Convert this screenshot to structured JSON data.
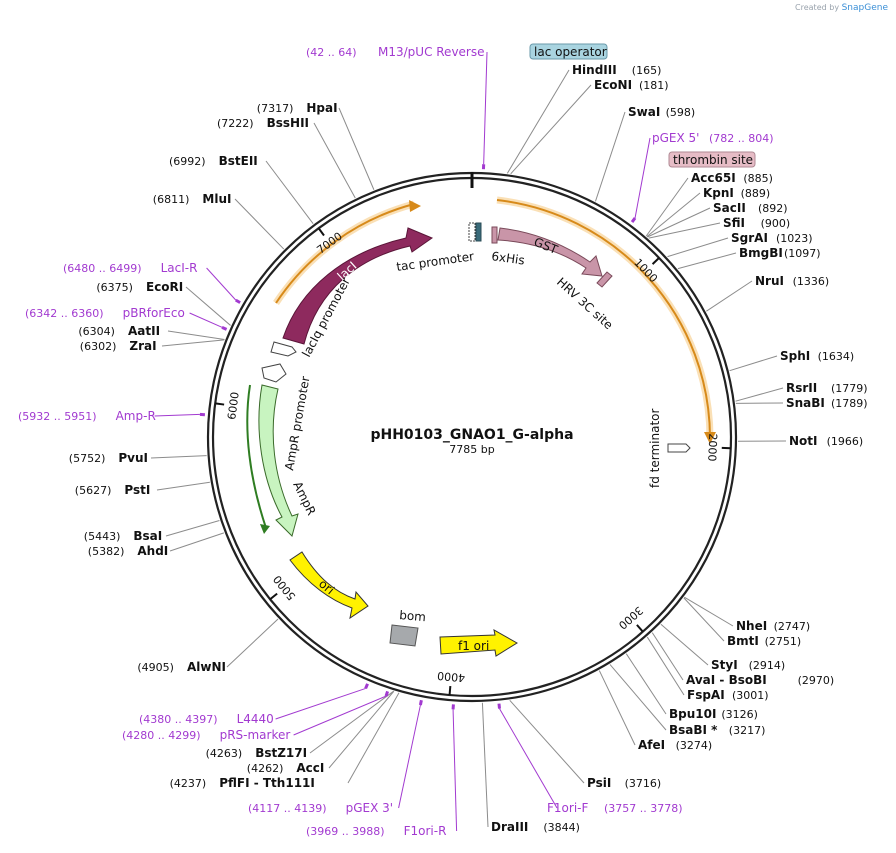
{
  "credit": {
    "prefix": "Created by",
    "brand": "SnapGene"
  },
  "plasmid": {
    "name": "pHH0103_GNAO1_G-alpha",
    "length_label": "7785 bp",
    "length": 7785
  },
  "ticks": [
    {
      "pos": 1000,
      "label": "1000"
    },
    {
      "pos": 2000,
      "label": "2000"
    },
    {
      "pos": 3000,
      "label": "3000"
    },
    {
      "pos": 4000,
      "label": "4000"
    },
    {
      "pos": 5000,
      "label": "5000"
    },
    {
      "pos": 6000,
      "label": "6000"
    },
    {
      "pos": 7000,
      "label": "7000"
    }
  ],
  "sites": [
    {
      "name": "HindIII",
      "pos": "(165)",
      "side": "right"
    },
    {
      "name": "EcoNI",
      "pos": "(181)",
      "side": "right"
    },
    {
      "name": "SwaI",
      "pos": "(598)",
      "side": "right"
    },
    {
      "name": "Acc65I",
      "pos": "(885)",
      "side": "right"
    },
    {
      "name": "KpnI",
      "pos": "(889)",
      "side": "right"
    },
    {
      "name": "SacII",
      "pos": "(892)",
      "side": "right"
    },
    {
      "name": "SfiI",
      "pos": "(900)",
      "side": "right"
    },
    {
      "name": "SgrAI",
      "pos": "(1023)",
      "side": "right"
    },
    {
      "name": "BmgBI",
      "pos": "(1097)",
      "side": "right"
    },
    {
      "name": "NruI",
      "pos": "(1336)",
      "side": "right"
    },
    {
      "name": "SphI",
      "pos": "(1634)",
      "side": "right"
    },
    {
      "name": "RsrII",
      "pos": "(1779)",
      "side": "right"
    },
    {
      "name": "SnaBI",
      "pos": "(1789)",
      "side": "right"
    },
    {
      "name": "NotI",
      "pos": "(1966)",
      "side": "right"
    },
    {
      "name": "NheI",
      "pos": "(2747)",
      "side": "right"
    },
    {
      "name": "BmtI",
      "pos": "(2751)",
      "side": "right"
    },
    {
      "name": "StyI",
      "pos": "(2914)",
      "side": "right"
    },
    {
      "name": "AvaI  -  BsoBI",
      "pos": "(2970)",
      "side": "right"
    },
    {
      "name": "FspAI",
      "pos": "(3001)",
      "side": "right"
    },
    {
      "name": "Bpu10I",
      "pos": "(3126)",
      "side": "right"
    },
    {
      "name": "BsaBI *",
      "pos": "(3217)",
      "side": "right"
    },
    {
      "name": "AfeI",
      "pos": "(3274)",
      "side": "right"
    },
    {
      "name": "PsiI",
      "pos": "(3716)",
      "side": "right"
    },
    {
      "name": "DraIII",
      "pos": "(3844)",
      "side": "right"
    },
    {
      "name": "PflFI  -  Tth111I",
      "pos": "(4237)",
      "side": "left"
    },
    {
      "name": "AccI",
      "pos": "(4262)",
      "side": "left"
    },
    {
      "name": "BstZ17I",
      "pos": "(4263)",
      "side": "left"
    },
    {
      "name": "AlwNI",
      "pos": "(4905)",
      "side": "left"
    },
    {
      "name": "AhdI",
      "pos": "(5382)",
      "side": "left"
    },
    {
      "name": "BsaI",
      "pos": "(5443)",
      "side": "left"
    },
    {
      "name": "PstI",
      "pos": "(5627)",
      "side": "left"
    },
    {
      "name": "PvuI",
      "pos": "(5752)",
      "side": "left"
    },
    {
      "name": "ZraI",
      "pos": "(6302)",
      "side": "left"
    },
    {
      "name": "AatII",
      "pos": "(6304)",
      "side": "left"
    },
    {
      "name": "EcoRI",
      "pos": "(6375)",
      "side": "left"
    },
    {
      "name": "MluI",
      "pos": "(6811)",
      "side": "left"
    },
    {
      "name": "BstEII",
      "pos": "(6992)",
      "side": "left"
    },
    {
      "name": "BssHII",
      "pos": "(7222)",
      "side": "left"
    },
    {
      "name": "HpaI",
      "pos": "(7317)",
      "side": "left"
    }
  ],
  "primers": [
    {
      "name": "M13/pUC Reverse",
      "range": "(42 .. 64)"
    },
    {
      "name": "pGEX 5'",
      "range": "(782 .. 804)"
    },
    {
      "name": "F1ori-F",
      "range": "(3757 .. 3778)"
    },
    {
      "name": "F1ori-R",
      "range": "(3969 .. 3988)"
    },
    {
      "name": "pGEX 3'",
      "range": "(4117 .. 4139)"
    },
    {
      "name": "pRS-marker",
      "range": "(4280 .. 4299)"
    },
    {
      "name": "L4440",
      "range": "(4380 .. 4397)"
    },
    {
      "name": "Amp-R",
      "range": "(5932 .. 5951)"
    },
    {
      "name": "pBRforEco",
      "range": "(6342 .. 6360)"
    },
    {
      "name": "LacI-R",
      "range": "(6480 .. 6499)"
    }
  ],
  "boxed_features": [
    {
      "name": "lac operator",
      "color": "#a9d4e0"
    },
    {
      "name": "thrombin site",
      "color": "#e6bcc6"
    }
  ],
  "features": {
    "lacI": "lacI",
    "lacIq_promoter": "lacIq promoter",
    "tac_promoter": "tac promoter",
    "his6": "6xHis",
    "gst": "GST",
    "hrv3c": "HRV 3C site",
    "fd_terminator": "fd terminator",
    "ampr_promoter": "AmpR promoter",
    "ampr": "AmpR",
    "ori": "ori",
    "bom": "bom",
    "f1_ori": "f1 ori"
  },
  "colors": {
    "lacI": "#8e2a5e",
    "gst": "#c995a8",
    "ampr": "#c8f4c0",
    "ori": "#fff200",
    "f1_ori": "#fff200",
    "bom": "#a6a9ac",
    "primer": "#a23ad0",
    "orange_arc": "#f0a030"
  }
}
